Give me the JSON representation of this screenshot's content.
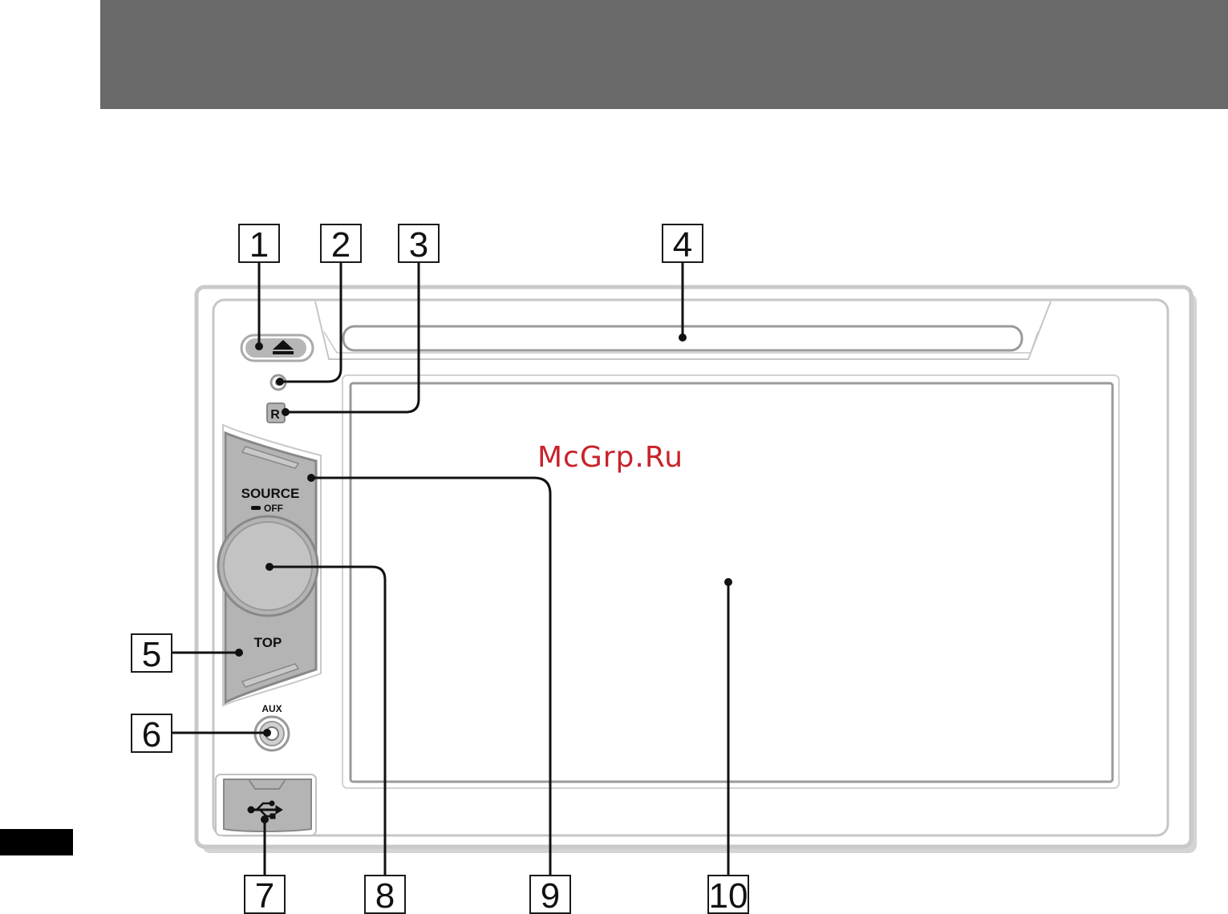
{
  "callouts": [
    "1",
    "2",
    "3",
    "4",
    "5",
    "6",
    "7",
    "8",
    "9",
    "10"
  ],
  "panel": {
    "source_label": "SOURCE",
    "off_label": "OFF",
    "top_label": "TOP",
    "aux_label": "AUX",
    "reset_button_label": "R"
  },
  "watermark": "McGrp.Ru",
  "colors": {
    "header_band": "#696969",
    "unit_outline": "#bdbdbd",
    "control_panel": "#b4b4b4",
    "watermark": "#c8232a"
  },
  "icons": {
    "eject": "eject-icon",
    "usb": "usb-icon"
  }
}
